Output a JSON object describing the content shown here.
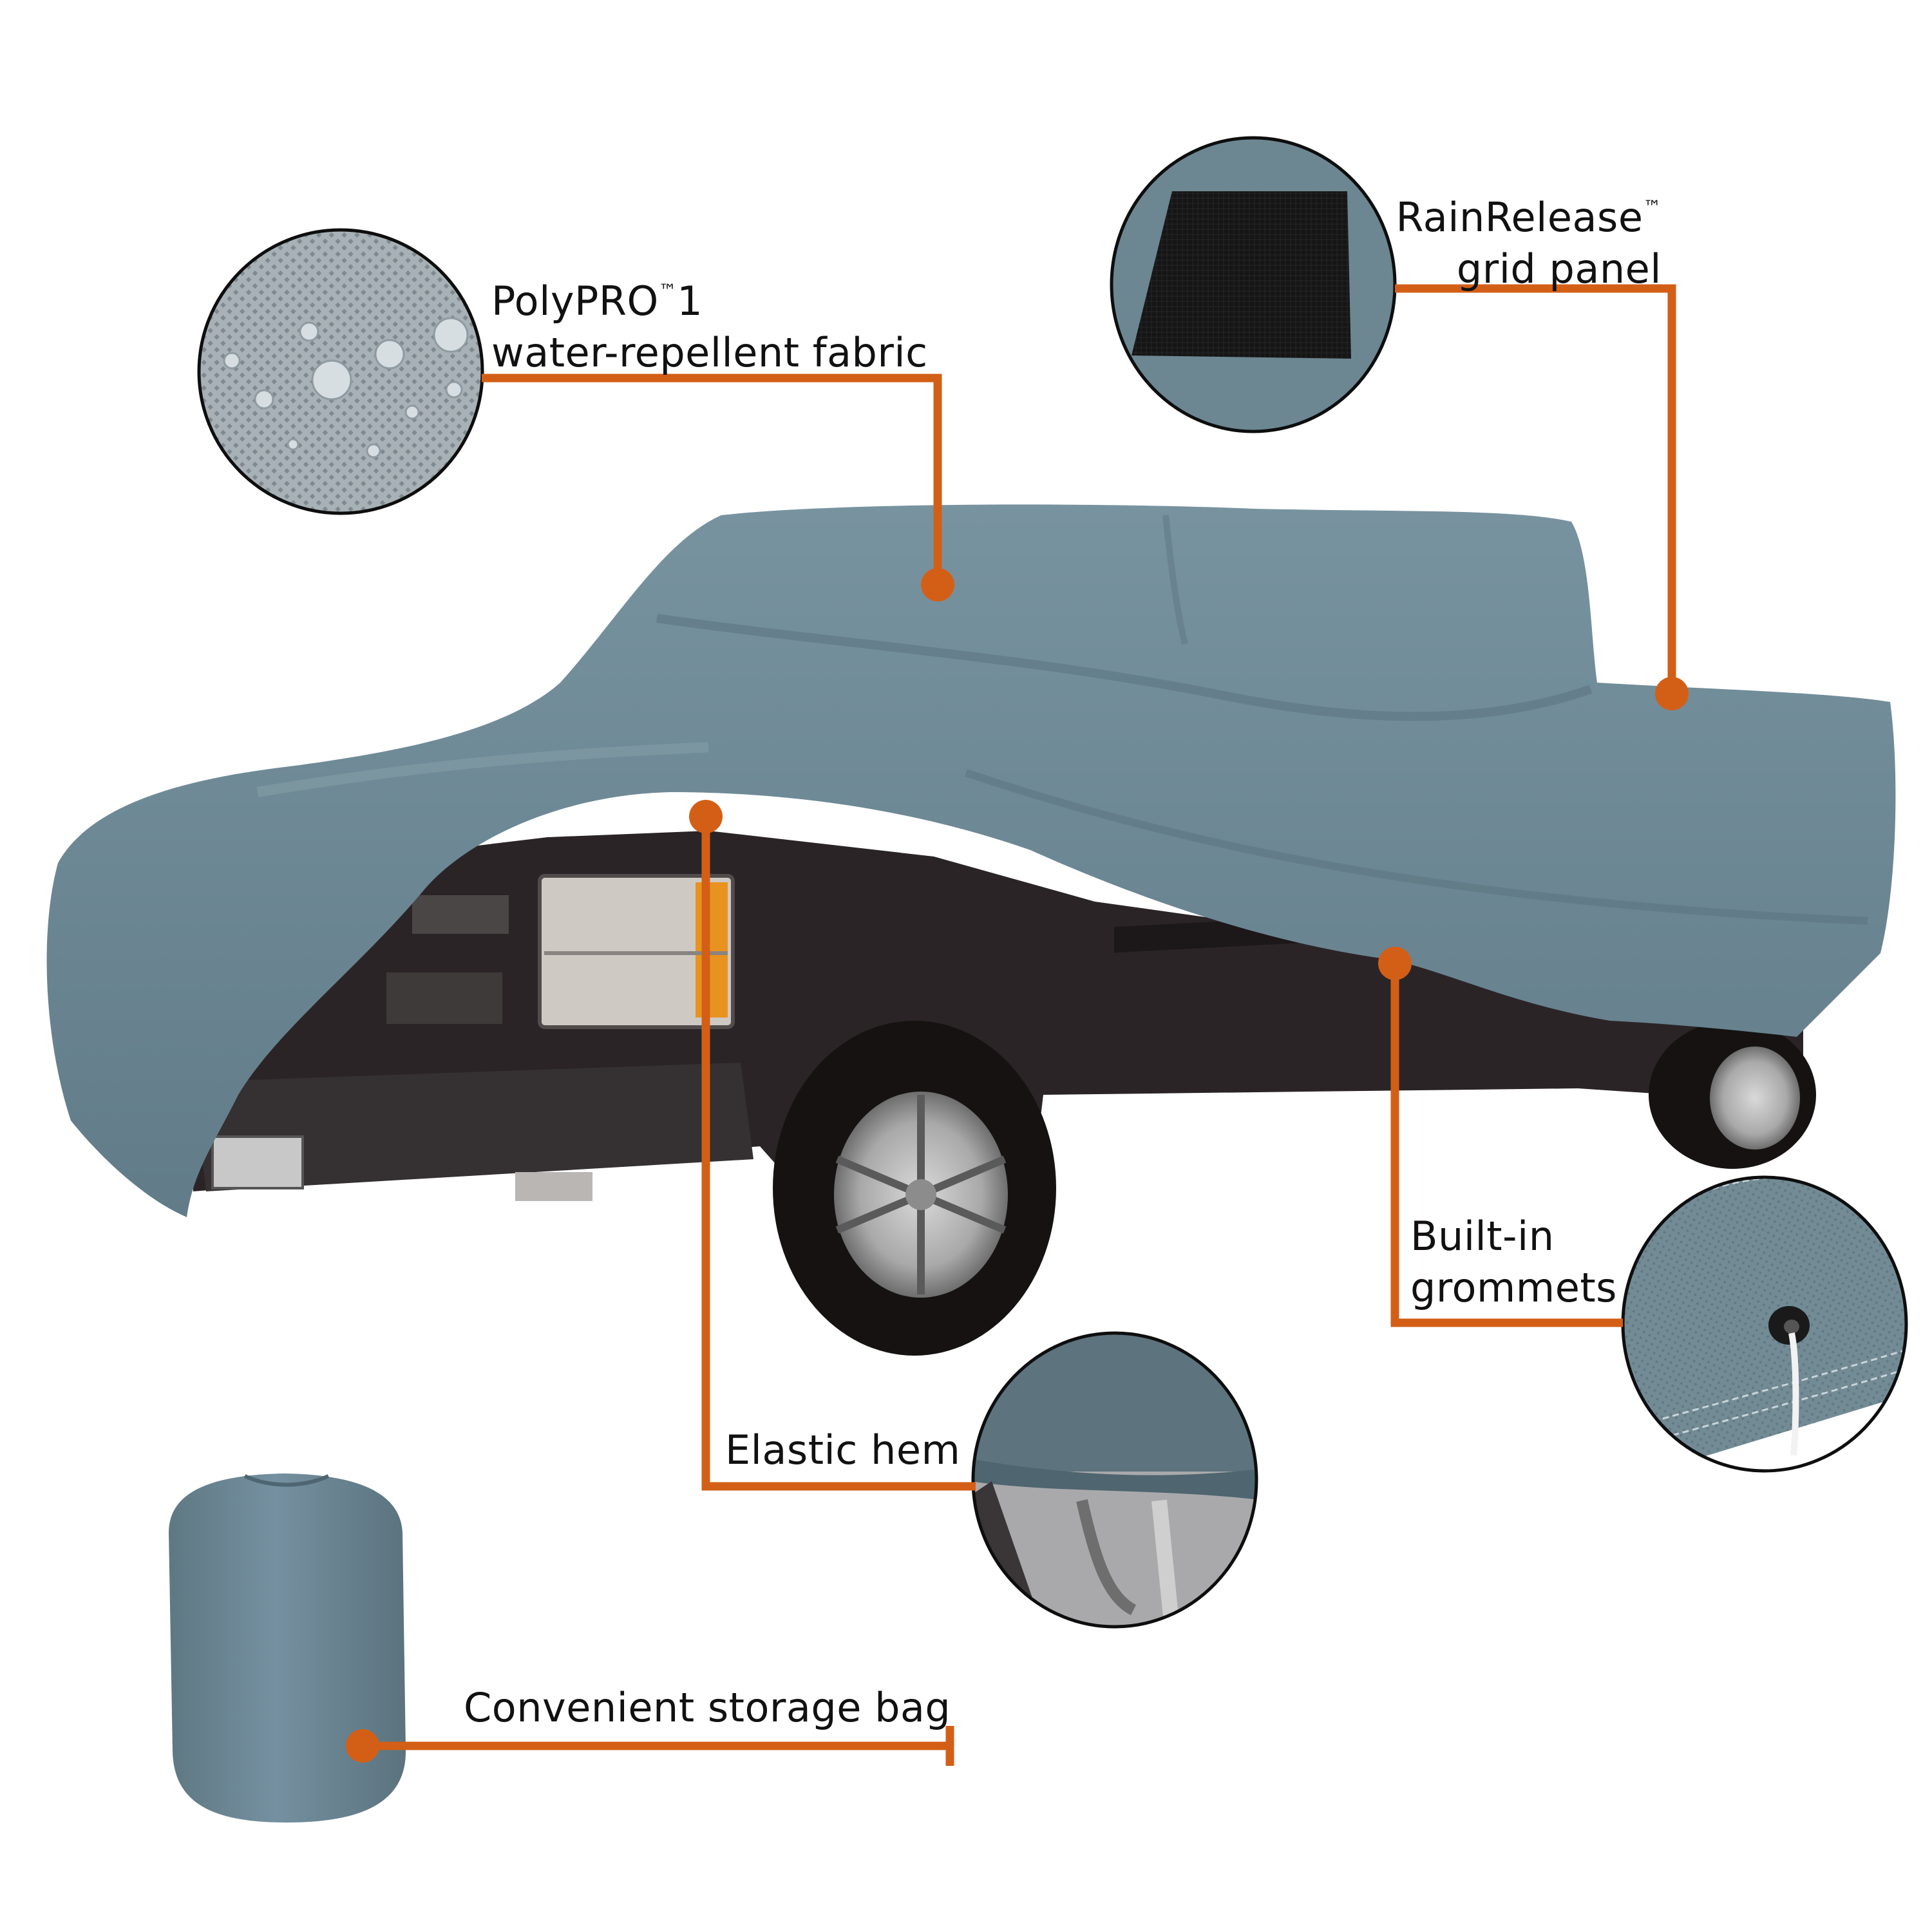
{
  "colors": {
    "accent": "#D35F17",
    "cover": "#6A8590",
    "cover_dark": "#56707B",
    "cover_light": "#8AA3AD",
    "truck_body": "#2B2426",
    "background": "#FFFFFF",
    "text": "#111111"
  },
  "product": {
    "subject": "Pickup truck with fitted grey-blue cover",
    "accessory": "Storage bag"
  },
  "callouts": [
    {
      "id": "polypro",
      "line1": "PolyPRO",
      "tm": "™",
      "line1_suffix": "1",
      "line2": "water-repellent fabric",
      "icon": "water-droplets-fabric-icon"
    },
    {
      "id": "rainrelease",
      "line1": "RainRelease",
      "tm": "™",
      "line2": "grid panel",
      "icon": "mesh-panel-icon"
    },
    {
      "id": "elastic",
      "line1": "Elastic hem",
      "icon": "elastic-hem-icon"
    },
    {
      "id": "grommets",
      "line1": "Built-in",
      "line2": "grommets",
      "icon": "grommet-icon"
    },
    {
      "id": "storage",
      "line1": "Convenient storage bag",
      "icon": "storage-bag-icon"
    }
  ]
}
